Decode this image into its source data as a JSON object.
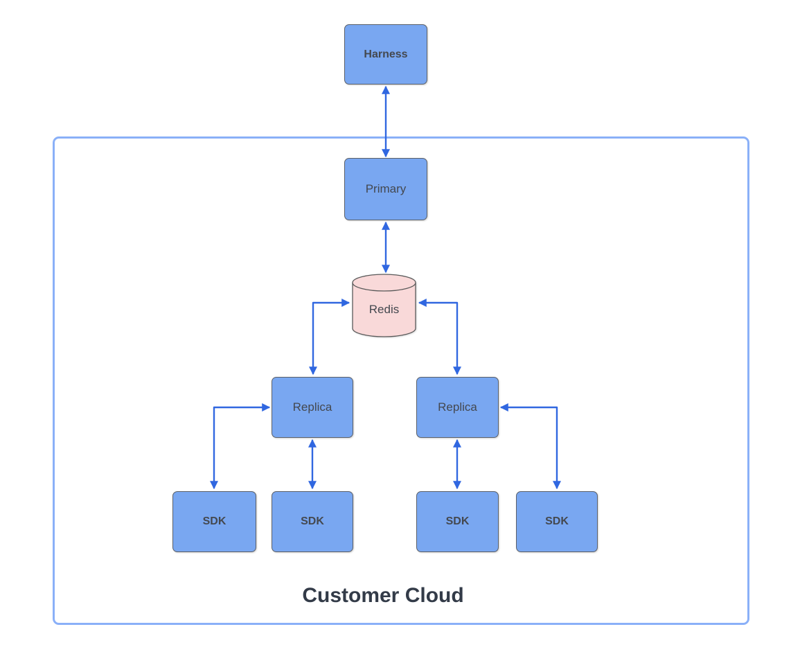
{
  "diagram": {
    "type": "architecture-flowchart",
    "nodes": [
      {
        "id": "harness",
        "label": "Harness",
        "shape": "rectangle",
        "emphasis": "bold"
      },
      {
        "id": "primary",
        "label": "Primary",
        "shape": "rectangle",
        "emphasis": "regular"
      },
      {
        "id": "redis",
        "label": "Redis",
        "shape": "cylinder",
        "emphasis": "regular"
      },
      {
        "id": "replica-left",
        "label": "Replica",
        "shape": "rectangle",
        "emphasis": "regular"
      },
      {
        "id": "replica-right",
        "label": "Replica",
        "shape": "rectangle",
        "emphasis": "regular"
      },
      {
        "id": "sdk-1",
        "label": "SDK",
        "shape": "rectangle",
        "emphasis": "bold"
      },
      {
        "id": "sdk-2",
        "label": "SDK",
        "shape": "rectangle",
        "emphasis": "bold"
      },
      {
        "id": "sdk-3",
        "label": "SDK",
        "shape": "rectangle",
        "emphasis": "bold"
      },
      {
        "id": "sdk-4",
        "label": "SDK",
        "shape": "rectangle",
        "emphasis": "bold"
      }
    ],
    "container": {
      "label": "Customer Cloud",
      "contains": [
        "primary",
        "redis",
        "replica-left",
        "replica-right",
        "sdk-1",
        "sdk-2",
        "sdk-3",
        "sdk-4"
      ]
    },
    "connectors": [
      {
        "id": "harness-primary",
        "from": "harness",
        "to": "primary",
        "direction": "bidirectional",
        "style": "straight"
      },
      {
        "id": "primary-redis",
        "from": "primary",
        "to": "redis",
        "direction": "bidirectional",
        "style": "straight"
      },
      {
        "id": "redis-replica-left",
        "from": "redis",
        "to": "replica-left",
        "direction": "bidirectional",
        "style": "elbow"
      },
      {
        "id": "redis-replica-right",
        "from": "redis",
        "to": "replica-right",
        "direction": "bidirectional",
        "style": "elbow"
      },
      {
        "id": "replica-left-sdk-2",
        "from": "replica-left",
        "to": "sdk-2",
        "direction": "bidirectional",
        "style": "straight"
      },
      {
        "id": "replica-right-sdk-3",
        "from": "replica-right",
        "to": "sdk-3",
        "direction": "bidirectional",
        "style": "straight"
      },
      {
        "id": "sdk-1-replica-left",
        "from": "sdk-1",
        "to": "replica-left",
        "direction": "bidirectional",
        "style": "elbow"
      },
      {
        "id": "sdk-4-replica-right",
        "from": "sdk-4",
        "to": "replica-right",
        "direction": "bidirectional",
        "style": "elbow"
      }
    ],
    "colors": {
      "node_fill": "#79a7f1",
      "node_border": "#5b6068",
      "cylinder_fill": "#f9d9d9",
      "cylinder_border": "#595959",
      "connector": "#3067e0",
      "boundary_border": "#8ab0f8",
      "label_color": "#44484f",
      "title_color": "#333b48",
      "canvas_bg": "#ffffff"
    }
  }
}
